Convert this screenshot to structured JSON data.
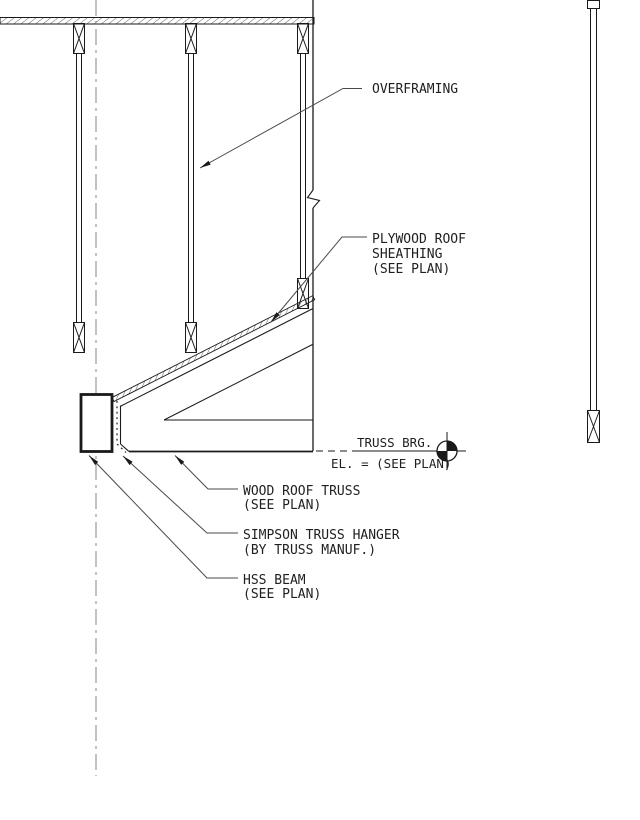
{
  "drawing": {
    "title": "roof-truss-bearing-detail",
    "labels": {
      "overframing": "OVERFRAMING",
      "plywood_line1": "PLYWOOD ROOF",
      "plywood_line2": "SHEATHING",
      "plywood_line3": "(SEE PLAN)",
      "truss_brg_line1": "TRUSS BRG.",
      "truss_brg_line2": "EL. = (SEE PLAN)",
      "wood_truss_line1": "WOOD ROOF TRUSS",
      "wood_truss_line2": "(SEE PLAN)",
      "hanger_line1": "SIMPSON TRUSS HANGER",
      "hanger_line2": "(BY TRUSS MANUF.)",
      "hss_line1": "HSS BEAM",
      "hss_line2": "(SEE PLAN)"
    },
    "colors": {
      "line": "#1a1a1a",
      "leader": "#4a4a4a",
      "centerline": "#909090",
      "text": "#1f1f1f",
      "background": "#ffffff"
    }
  }
}
